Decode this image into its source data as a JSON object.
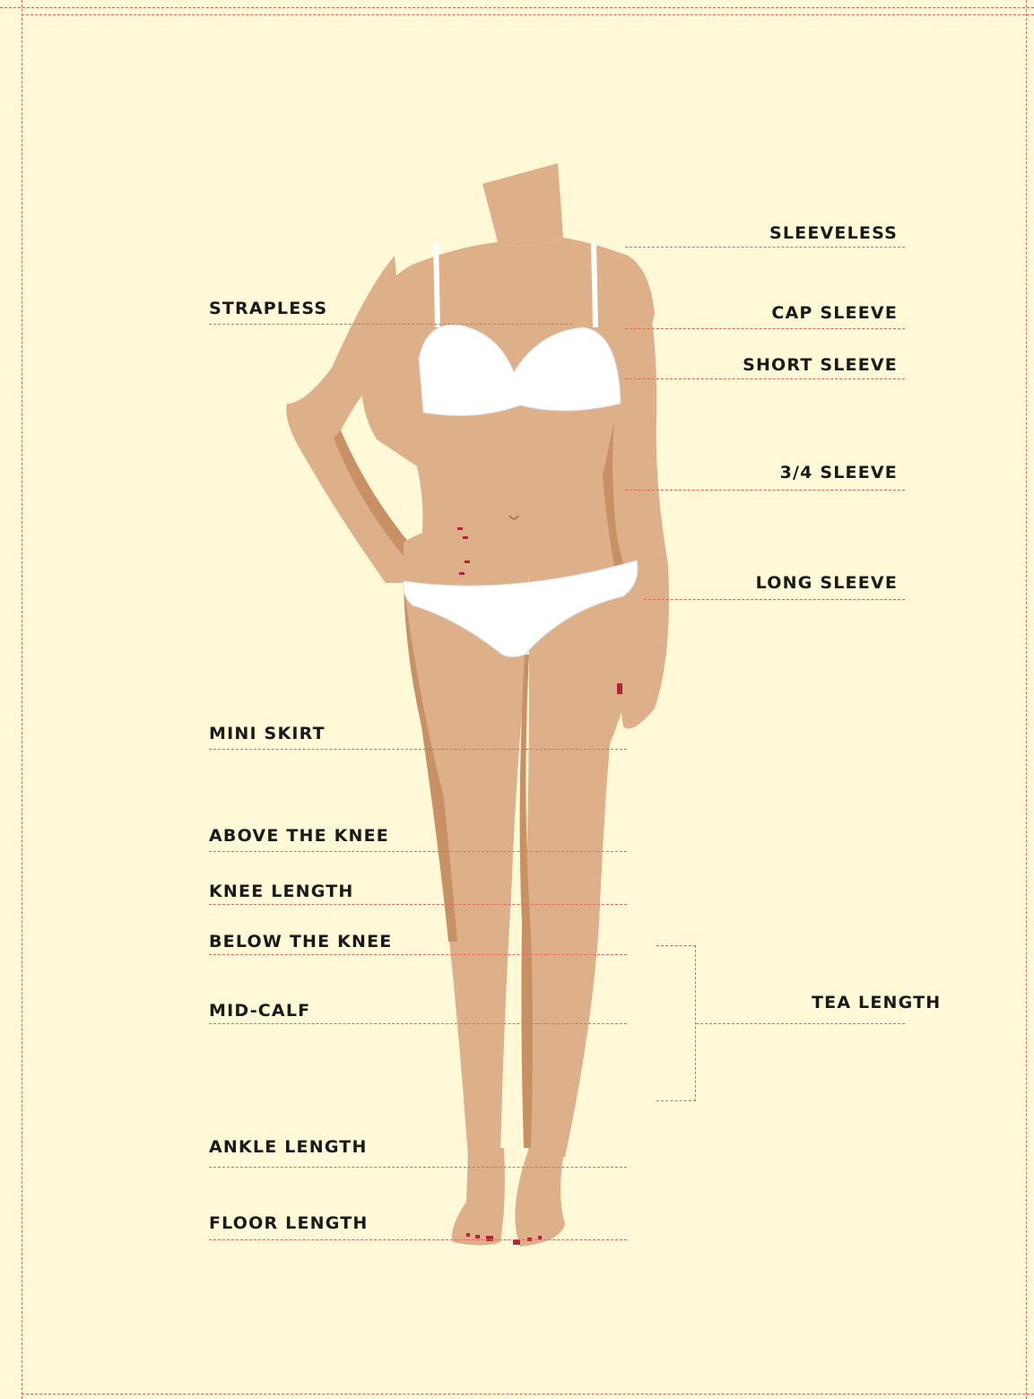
{
  "labels": {
    "sleeveless": "SLEEVELESS",
    "strapless": "STRAPLESS",
    "cap_sleeve": "CAP SLEEVE",
    "short_sleeve": "SHORT SLEEVE",
    "three_quarter_sleeve": "3/4 SLEEVE",
    "long_sleeve": "LONG SLEEVE",
    "mini_skirt": "MINI SKIRT",
    "above_the_knee": "ABOVE THE KNEE",
    "knee_length": "KNEE LENGTH",
    "below_the_knee": "BELOW THE KNEE",
    "mid_calf": "MID-CALF",
    "tea_length": "TEA LENGTH",
    "ankle_length": "ANKLE LENGTH",
    "floor_length": "FLOOR LENGTH"
  },
  "colors": {
    "background": "#fff9d7",
    "guide": "#e0685c",
    "skin": "#deb08a",
    "skin_shadow": "#c89065",
    "underwear": "#ffffff",
    "nail": "#b5223a"
  }
}
